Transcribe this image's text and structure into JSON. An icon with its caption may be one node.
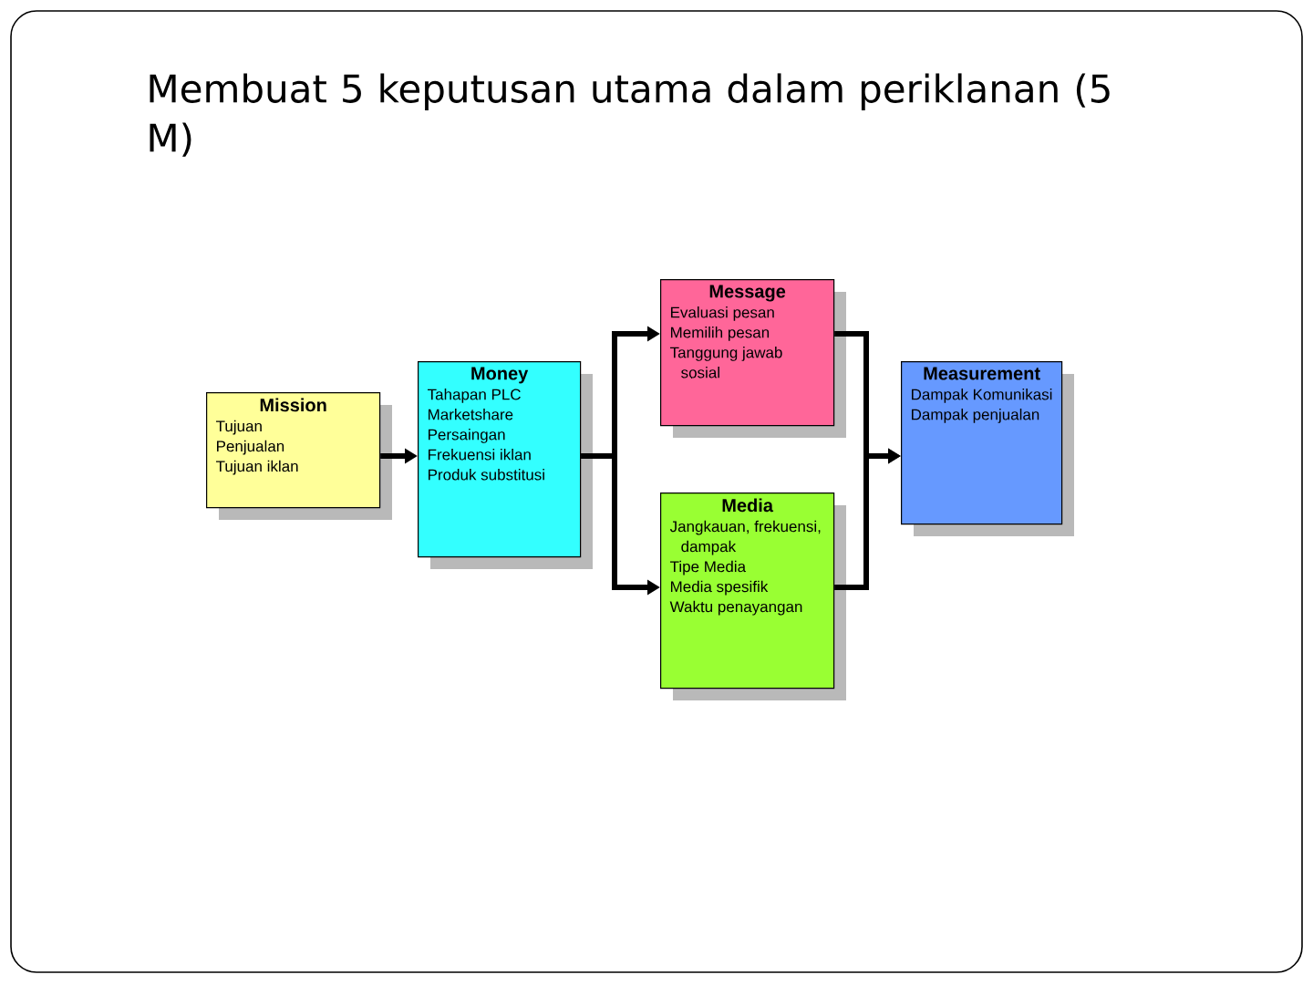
{
  "diagram": {
    "title": "Membuat 5 keputusan utama dalam periklanan (5 M)",
    "nodes": [
      {
        "text": [
          "Mission",
          "Tujuan",
          "Penjualan",
          "Tujuan iklan"
        ]
      },
      {
        "text": [
          "Money",
          "Tahapan PLC",
          "Marketshare",
          "Persaingan",
          "Frekuensi iklan",
          "Produk substitusi"
        ]
      },
      {
        "text": [
          "Message",
          "Evaluasi pesan",
          "Memilih pesan",
          "Tanggung jawab sosial"
        ]
      },
      {
        "text": [
          "Media",
          "Jangkauan, frekuensi, dampak",
          "Tipe Media",
          "Media spesifik",
          "Waktu penayangan"
        ]
      },
      {
        "text": [
          "Measurement",
          "Dampak Komunikasi",
          "Dampak penjualan"
        ]
      }
    ],
    "edges": [
      {
        "from": 0,
        "to": 1,
        "arrow": "to"
      },
      {
        "from": 1,
        "to": 2,
        "arrow": "to"
      },
      {
        "from": 1,
        "to": 3,
        "arrow": "to"
      },
      {
        "from": 2,
        "to": 4,
        "arrow": "to"
      },
      {
        "from": 3,
        "to": 4,
        "arrow": "to"
      }
    ]
  }
}
